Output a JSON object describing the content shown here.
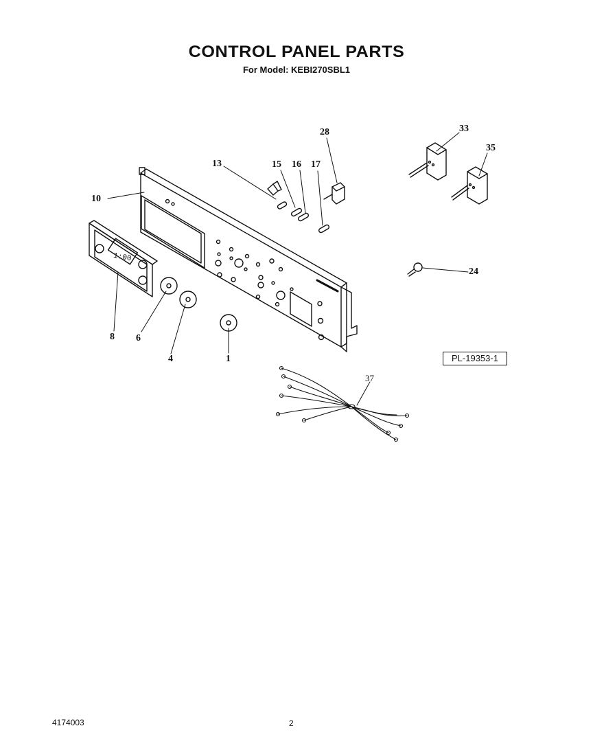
{
  "title": "CONTROL PANEL PARTS",
  "subtitle": "For Model: KEBI270SBL1",
  "plate_id": "PL-19353-1",
  "doc_number": "4174003",
  "page_number": "2",
  "display_readout": "1:00",
  "callouts": {
    "c1": "1",
    "c4": "4",
    "c6": "6",
    "c8": "8",
    "c10": "10",
    "c13": "13",
    "c15": "15",
    "c16": "16",
    "c17": "17",
    "c24": "24",
    "c28": "28",
    "c33": "33",
    "c35": "35",
    "c37": "37"
  }
}
